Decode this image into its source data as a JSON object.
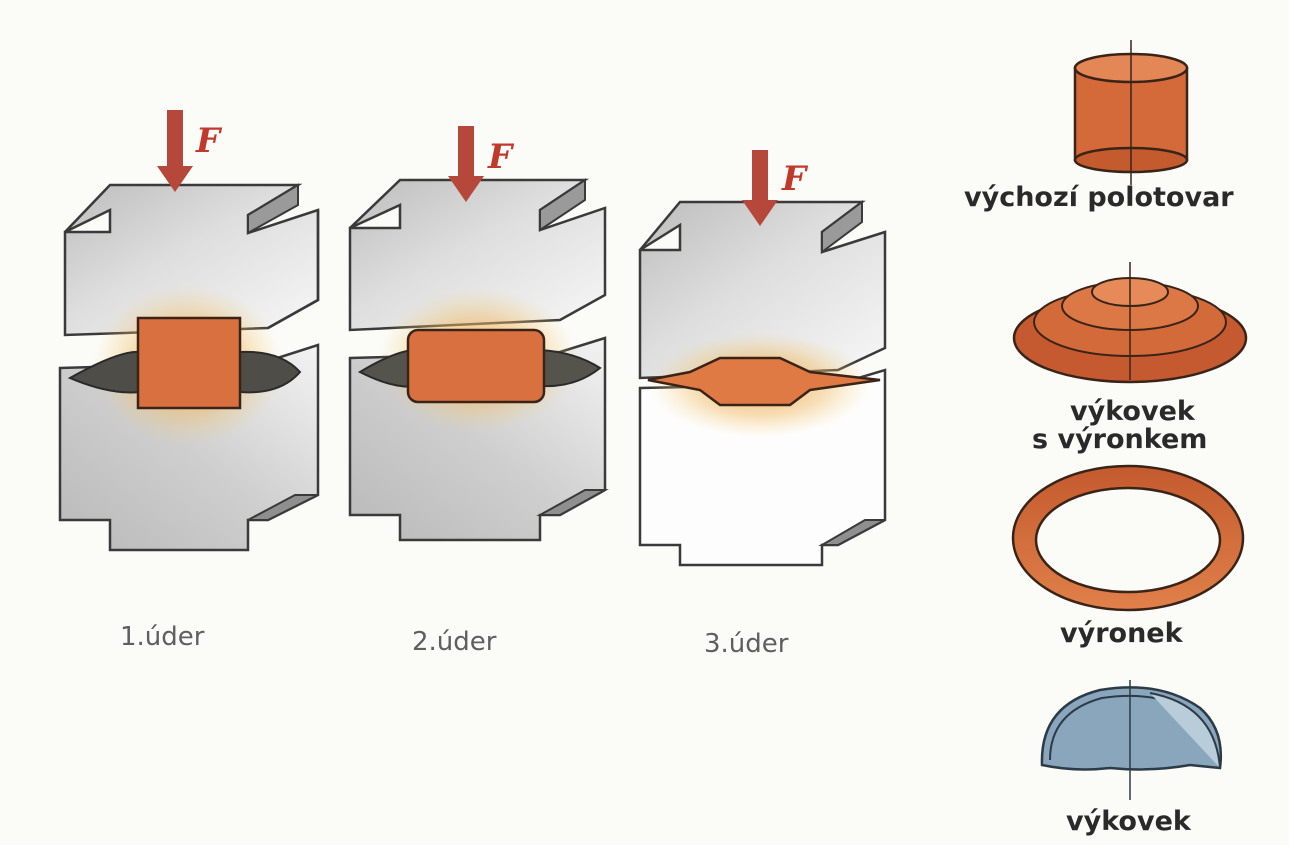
{
  "force_symbol": "F",
  "stages": [
    {
      "label": "1.úder"
    },
    {
      "label": "2.úder"
    },
    {
      "label": "3.úder"
    }
  ],
  "parts": [
    {
      "lines": [
        "výchozí polotovar"
      ]
    },
    {
      "lines": [
        "výkovek",
        "s výronkem"
      ]
    },
    {
      "lines": [
        "výronek"
      ]
    },
    {
      "lines": [
        "výkovek"
      ]
    }
  ],
  "colors": {
    "die_grey": "#c9c9c9",
    "die_edge": "#3a3a3a",
    "workpiece": "#d9703f",
    "glow": "#f08a3c",
    "arrow": "#b5483a",
    "flash_dark": "#4a4a44",
    "forging_blue": "#6f8fa8"
  }
}
